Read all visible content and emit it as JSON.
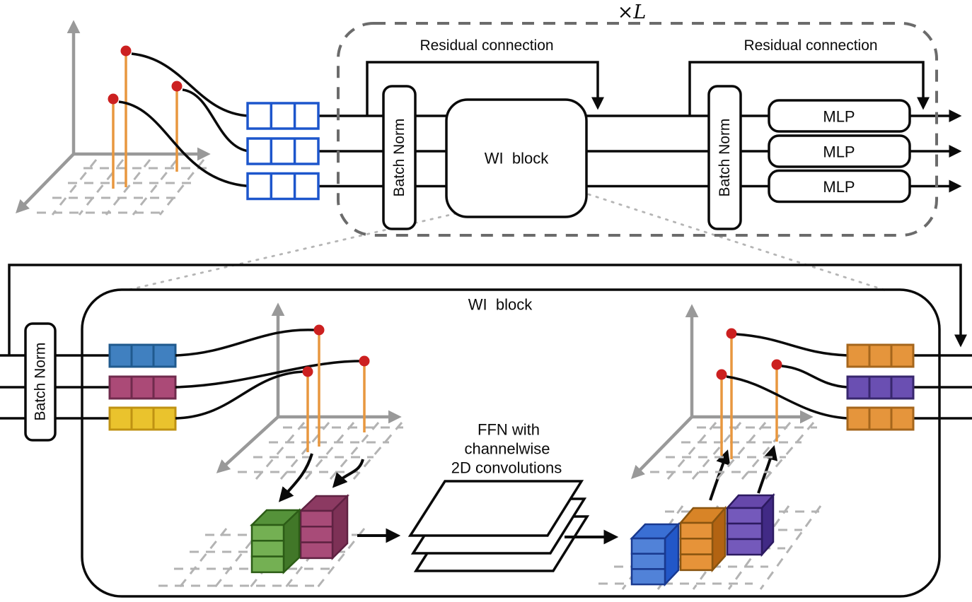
{
  "top_pipeline": {
    "repeat_label": "×L",
    "residual_labels": [
      "Residual connection",
      "Residual connection"
    ],
    "stages": [
      {
        "type": "batch_norm",
        "label": "Batch Norm"
      },
      {
        "type": "wi_block",
        "label": "WI  block"
      },
      {
        "type": "batch_norm",
        "label": "Batch Norm"
      },
      {
        "type": "mlp",
        "labels": [
          "MLP",
          "MLP",
          "MLP"
        ]
      }
    ],
    "input_tokens": {
      "rows": 3,
      "cells_per_row": 3,
      "border_color": "#1d56cc"
    }
  },
  "wi_block_detail": {
    "title": "WI  block",
    "batch_norm_label": "Batch Norm",
    "ffn_label": [
      "FFN with",
      "channelwise",
      "2D convolutions"
    ],
    "input_token_colors": [
      "#4080c0",
      "#ab4a77",
      "#eac32d"
    ],
    "output_token_colors": [
      "#e5953c",
      "#6a4fb2",
      "#e5953c"
    ],
    "left_cube_colors": [
      "#74b053",
      "#a84b78"
    ],
    "right_cube_colors": [
      "#5182d8",
      "#e69339",
      "#7459bb"
    ]
  },
  "palette": {
    "stem_orange": "#e8973f",
    "dot_red": "#cc2020",
    "axis_gray": "#999999",
    "grid_gray": "#b3b3b3",
    "dashed_border_gray": "#6b6b6b",
    "line_black": "#0a0a0a",
    "input_token_border_blue": "#1d56cc"
  }
}
